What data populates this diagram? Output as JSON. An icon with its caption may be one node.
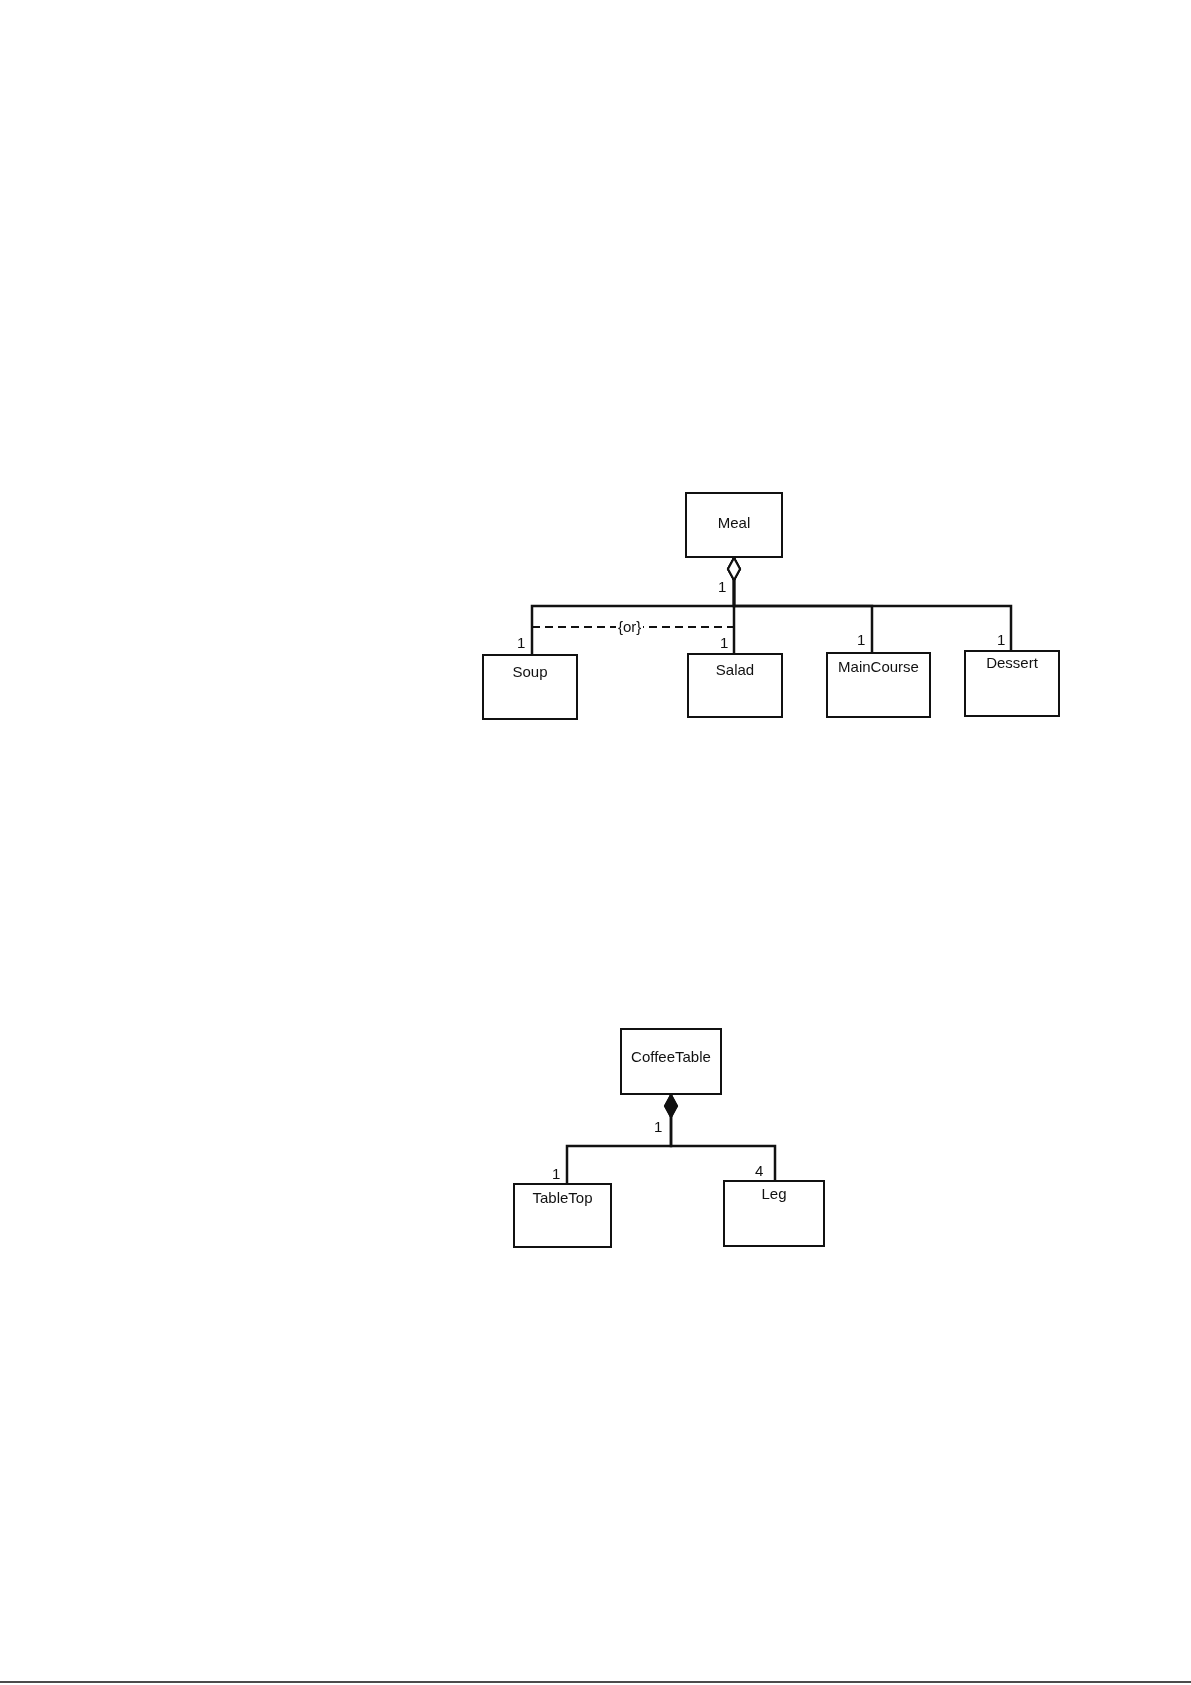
{
  "diagram": {
    "nodes": [
      {
        "text": [
          "Meal"
        ]
      },
      {
        "text": [
          "Soup"
        ]
      },
      {
        "text": [
          "Salad"
        ]
      },
      {
        "text": [
          "MainCourse"
        ]
      },
      {
        "text": [
          "Dessert"
        ]
      },
      {
        "text": [
          "CoffeeTable"
        ]
      },
      {
        "text": [
          "TableTop"
        ]
      },
      {
        "text": [
          "Leg"
        ]
      }
    ],
    "edges": [
      {
        "from": 0,
        "to": 1,
        "arrow": "other"
      },
      {
        "from": 0,
        "to": 2,
        "arrow": "other"
      },
      {
        "from": 0,
        "to": 3,
        "arrow": "other"
      },
      {
        "from": 0,
        "to": 4,
        "arrow": "other"
      },
      {
        "from": 5,
        "to": 6,
        "arrow": "other"
      },
      {
        "from": 5,
        "to": 7,
        "arrow": "other"
      }
    ],
    "labels": [
      "1",
      "{or}",
      "1",
      "1",
      "1",
      "1",
      "1",
      "1",
      "4"
    ]
  }
}
